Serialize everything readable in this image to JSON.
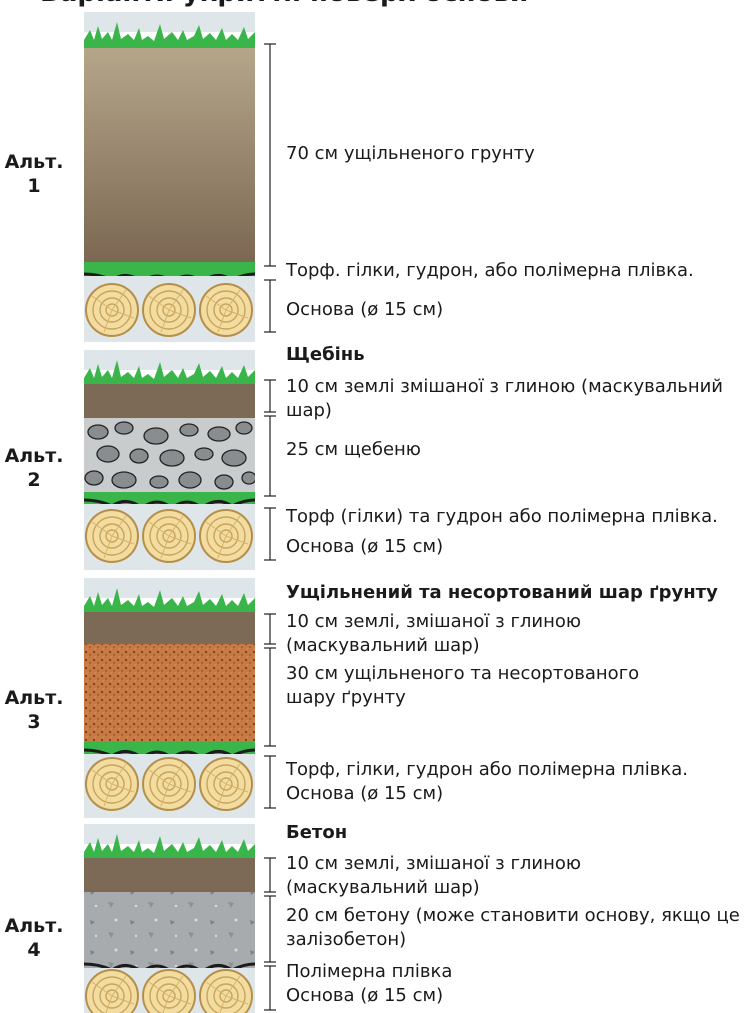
{
  "title": "Варіанти укриття поверх основи",
  "alternatives": [
    {
      "label_line1": "Альт.",
      "label_line2": "1",
      "heading": "",
      "layers": [
        {
          "text": "70 см ущільненого грунту"
        },
        {
          "text": "Торф. гілки, гудрон, або полімерна плівка."
        },
        {
          "text": "Основа (ø 15 см)"
        }
      ]
    },
    {
      "label_line1": "Альт.",
      "label_line2": "2",
      "heading": "Щебінь",
      "layers": [
        {
          "text_line1": "10 см землі змішаної з глиною (маскувальний",
          "text_line2": "шар)"
        },
        {
          "text": "25 см щебеню"
        },
        {
          "text": "Торф (гілки) та гудрон або полімерна плівка."
        },
        {
          "text": "Основа (ø 15 см)"
        }
      ]
    },
    {
      "label_line1": "Альт.",
      "label_line2": "3",
      "heading": "Ущільнений та несортований шар ґрунту",
      "layers": [
        {
          "text_line1": "10 см землі, змішаної з глиною",
          "text_line2": "(маскувальний шар)"
        },
        {
          "text_line1": "30 см ущільненого та несортованого",
          "text_line2": "шару ґрунту"
        },
        {
          "text": "Торф, гілки, гудрон або полімерна плівка."
        },
        {
          "text": "Основа (ø 15 см)"
        }
      ]
    },
    {
      "label_line1": "Альт.",
      "label_line2": "4",
      "heading": "Бетон",
      "layers": [
        {
          "text_line1": "10 см землі, змішаної з глиною",
          "text_line2": "(маскувальний шар)"
        },
        {
          "text_line1": "20 см бетону (може становити основу, якщо це",
          "text_line2": "залізобетон)"
        },
        {
          "text": "Полімерна плівка"
        },
        {
          "text": "Основа (ø 15 см)"
        }
      ]
    }
  ],
  "colors": {
    "sky": "#dfe6ea",
    "grass": "#39b54a",
    "soil_top": "#b5a68a",
    "soil_bottom": "#7a6651",
    "mask_layer": "#7d6a56",
    "gravel_bg": "#c9cccd",
    "stone": "#8a8d90",
    "clay": "#c87a45",
    "concrete": "#a7abad",
    "membrane": "#1c1c1c",
    "log": "#f2dca0",
    "log_rings": "#c9a35c",
    "dimension_line": "#222222"
  },
  "icons": [
    "grass-icon",
    "log-icon",
    "stone-icon"
  ]
}
